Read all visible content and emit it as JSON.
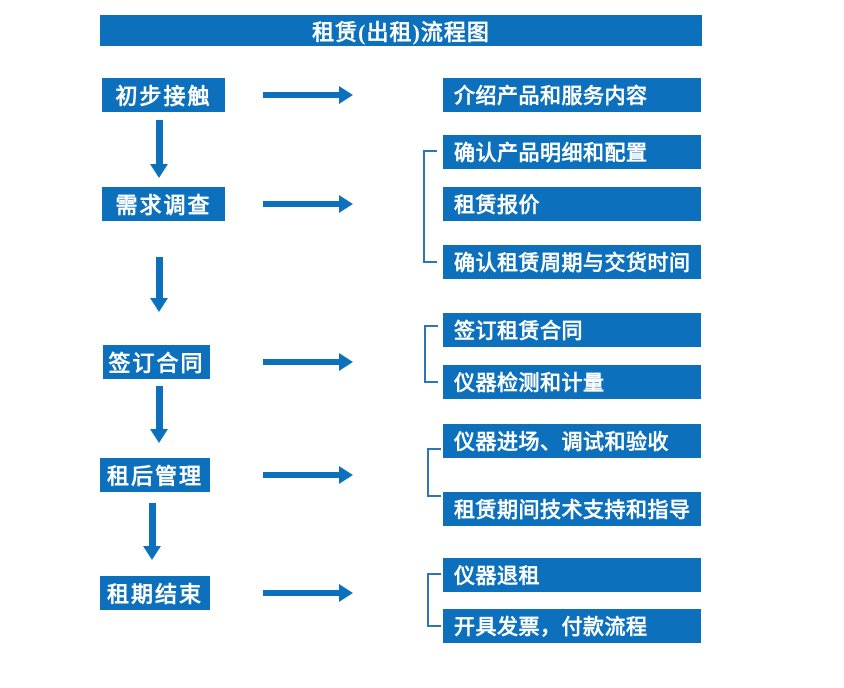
{
  "title": "租赁(出租)流程图",
  "colors": {
    "primary_blue": "#0c70bd",
    "connector_blue": "#2e75b6",
    "text_white": "#ffffff",
    "background": "#ffffff"
  },
  "steps": [
    {
      "label": "初步接触",
      "outputs": [
        "介绍产品和服务内容"
      ]
    },
    {
      "label": "需求调查",
      "outputs": [
        "确认产品明细和配置",
        "租赁报价",
        "确认租赁周期与交货时间"
      ]
    },
    {
      "label": "签订合同",
      "outputs": [
        "签订租赁合同",
        "仪器检测和计量"
      ]
    },
    {
      "label": "租后管理",
      "outputs": [
        "仪器进场、调试和验收",
        "租赁期间技术支持和指导"
      ]
    },
    {
      "label": "租期结束",
      "outputs": [
        "仪器退租",
        "开具发票，付款流程"
      ]
    }
  ]
}
